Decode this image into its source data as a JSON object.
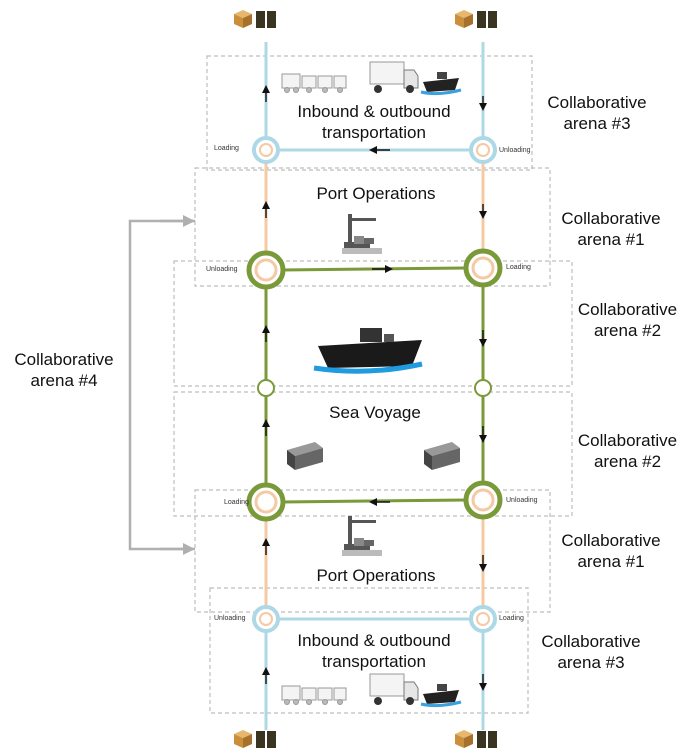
{
  "diagram": {
    "sections": {
      "inbound_top": "Inbound & outbound\ntransportation",
      "port_top": "Port Operations",
      "sea_voyage": "Sea Voyage",
      "port_bottom": "Port Operations",
      "inbound_bottom": "Inbound & outbound\ntransportation"
    },
    "arenas": {
      "arena_3_top": "Collaborative\narena #3",
      "arena_1_top": "Collaborative\narena #1",
      "arena_2_upper": "Collaborative\narena #2",
      "arena_2_lower": "Collaborative\narena #2",
      "arena_1_bottom": "Collaborative\narena #1",
      "arena_3_bottom": "Collaborative\narena #3",
      "arena_4": "Collaborative\narena #4"
    },
    "node_labels": {
      "top_left": "Loading",
      "top_right": "Unloading",
      "upper_port_left": "Unloading",
      "upper_port_right": "Loading",
      "lower_port_left": "Loading",
      "lower_port_right": "Unloading",
      "bottom_left": "Unloading",
      "bottom_right": "Loading"
    },
    "colors": {
      "land_route": "#add8e6",
      "port_route": "#f5c9a4",
      "sea_route": "#7a9a3a",
      "arena_box": "#bdbdbd",
      "arena_4_bracket": "#b0b0b0"
    },
    "icons": [
      "cargo-boxes-icon",
      "train-icon",
      "truck-icon",
      "ship-icon",
      "port-crane-icon",
      "container-icon"
    ]
  }
}
